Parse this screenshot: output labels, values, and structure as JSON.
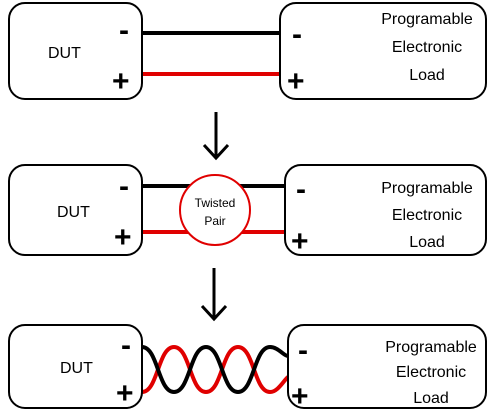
{
  "diagram": {
    "stage1": {
      "dut_label": "DUT",
      "load_lines": [
        "Programable",
        "Electronic",
        "Load"
      ],
      "neg_sign": "-",
      "pos_sign": "+"
    },
    "stage2": {
      "dut_label": "DUT",
      "load_lines": [
        "Programable",
        "Electronic",
        "Load"
      ],
      "neg_sign": "-",
      "pos_sign": "+",
      "twisted_pair_lines": [
        "Twisted",
        "Pair"
      ]
    },
    "stage3": {
      "dut_label": "DUT",
      "load_lines": [
        "Programable",
        "Electronic",
        "Load"
      ],
      "neg_sign": "-",
      "pos_sign": "+"
    },
    "colors": {
      "negative_wire": "#000000",
      "positive_wire": "#e00000",
      "highlight_circle": "#e00000"
    }
  }
}
